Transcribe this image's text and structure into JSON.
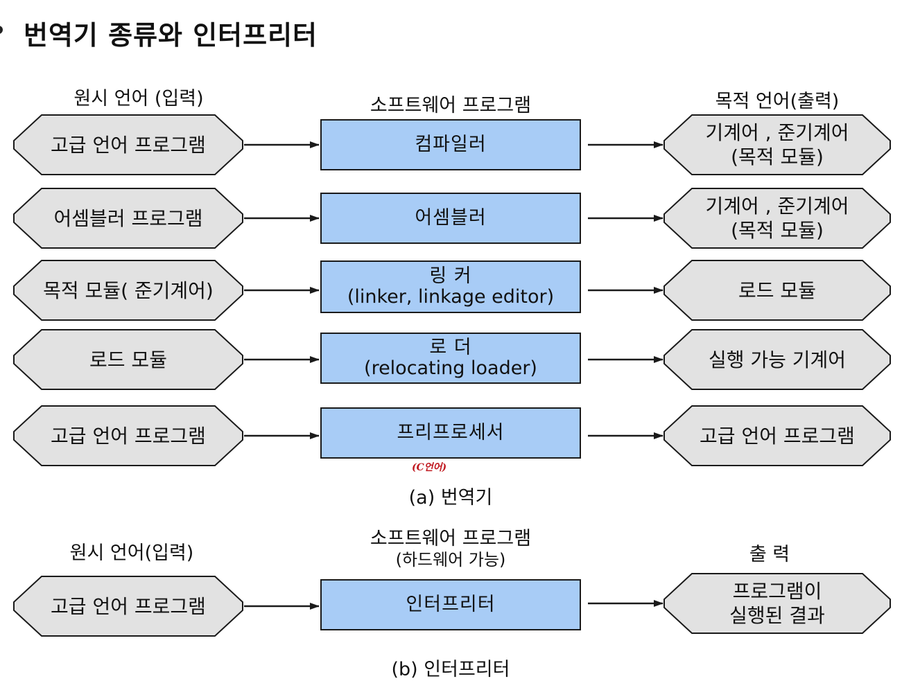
{
  "title": "번역기 종류와 인터프리터",
  "section_a": {
    "headers": {
      "source": "원시 언어 (입력)",
      "software": "소프트웨어 프로그램",
      "target": "목적 언어(출력)"
    },
    "rows": [
      {
        "source": "고급 언어 프로그램",
        "box1": "컴파일러",
        "box2": "",
        "target": "기계어 , 준기계어\n(목적 모듈)"
      },
      {
        "source": "어셈블러 프로그램",
        "box1": "어셈블러",
        "box2": "",
        "target": "기계어 , 준기계어\n(목적 모듈)"
      },
      {
        "source": "목적 모듈( 준기계어)",
        "box1": "링   커",
        "box2": "(linker, linkage editor)",
        "target": "로드 모듈"
      },
      {
        "source": "로드 모듈",
        "box1": "로   더",
        "box2": "(relocating loader)",
        "target": "실행 가능 기계어"
      },
      {
        "source": "고급 언어 프로그램",
        "box1": "프리프로세서",
        "box2": "",
        "target": "고급 언어 프로그램"
      }
    ],
    "handwritten_note": "(C언어)",
    "caption": "(a) 번역기"
  },
  "section_b": {
    "headers": {
      "source": "원시 언어(입력)",
      "software_line1": "소프트웨어 프로그램",
      "software_line2": "(하드웨어 가능)",
      "target": "출   력"
    },
    "row": {
      "source": "고급 언어 프로그램",
      "box1": "인터프리터",
      "target": "프로그램이\n실행된 결과"
    },
    "caption": "(b) 인터프리터"
  },
  "colors": {
    "process_box": "#a8ccf6",
    "octagon_fill": "#e2e2e2",
    "stroke": "#1a1a1a"
  }
}
